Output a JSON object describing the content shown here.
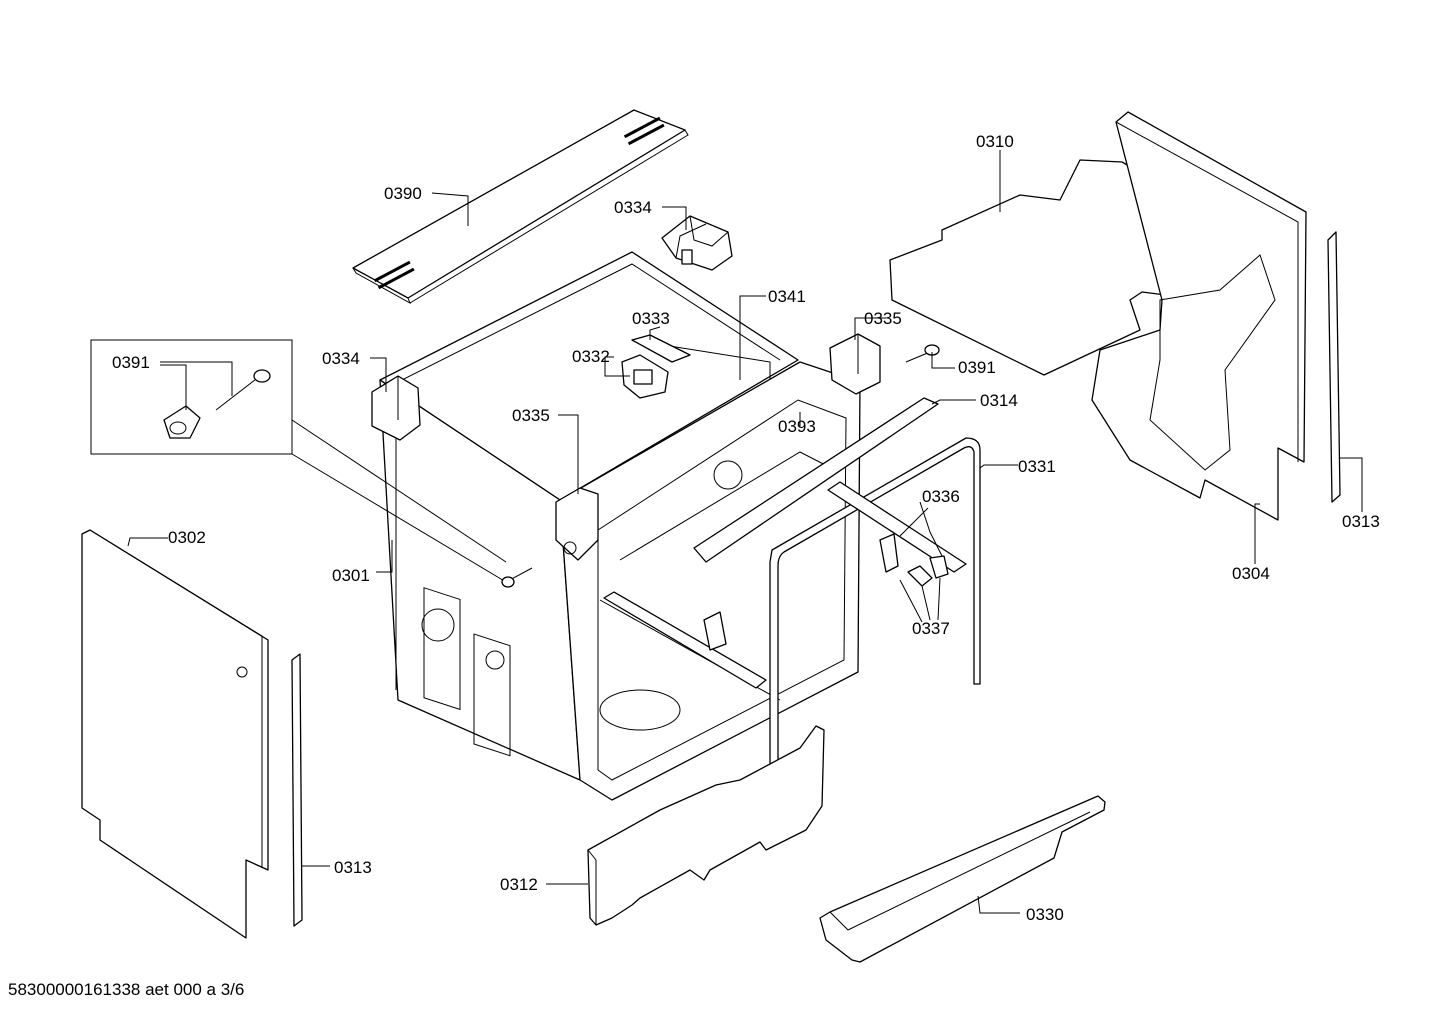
{
  "labels": {
    "l0390": "0390",
    "l0334a": "0334",
    "l0334b": "0334",
    "l0310": "0310",
    "l0341": "0341",
    "l0333": "0333",
    "l0332": "0332",
    "l0335a": "0335",
    "l0335b": "0335",
    "l0391a": "0391",
    "l0391b": "0391",
    "l0314": "0314",
    "l0393": "0393",
    "l0331": "0331",
    "l0336": "0336",
    "l0337": "0337",
    "l0301": "0301",
    "l0302": "0302",
    "l0304": "0304",
    "l0313a": "0313",
    "l0313b": "0313",
    "l0312": "0312",
    "l0330": "0330"
  },
  "footer": "58300000161338 aet 000 a 3/6"
}
